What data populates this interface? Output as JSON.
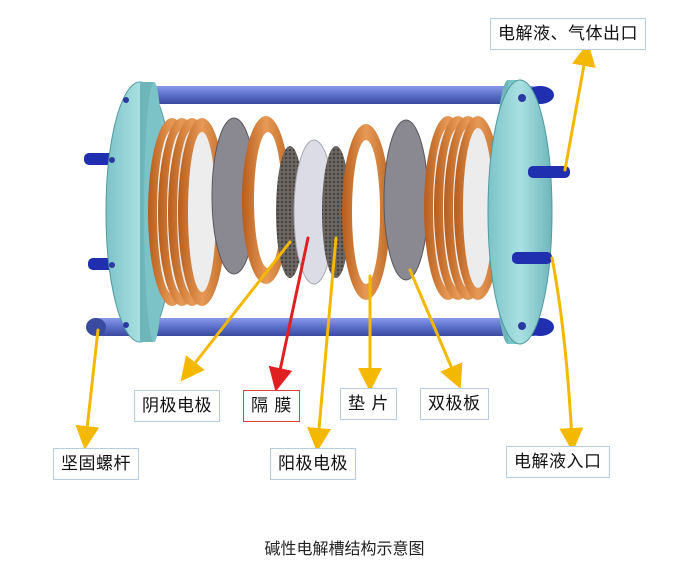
{
  "labels": {
    "top_right": "电解液、气体出口",
    "cathode": "阴极电极",
    "diaphragm": "隔 膜",
    "gasket": "垫 片",
    "bipolar": "双极板",
    "tie_rod": "坚固螺杆",
    "anode": "阳极电极",
    "inlet": "电解液入口"
  },
  "caption": "碱性电解槽结构示意图",
  "colors": {
    "end_plate": "#8fd0d4",
    "rod": "#5b6fc9",
    "nut": "#1f2fb0",
    "copper": "#d9803a",
    "disc_gray": "#8a8890",
    "membrane": "#dcdce6",
    "arrow": "#f5b800",
    "arrow_red": "#e02020"
  }
}
